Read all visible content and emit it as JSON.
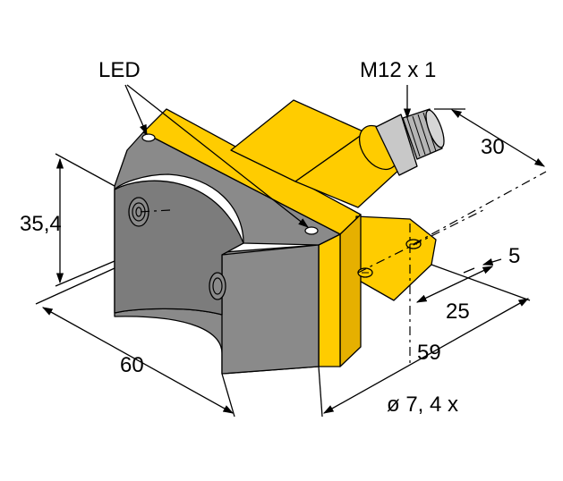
{
  "labels": {
    "led": "LED",
    "thread": "M12 x 1",
    "connector_length": "30",
    "height": "35,4",
    "slot_offset": "5",
    "hole_spacing": "25",
    "depth": "59",
    "width": "60",
    "hole_spec": "ø 7,  4 x"
  },
  "colors": {
    "housing": "#ffcc00",
    "housing_shade": "#e6b000",
    "sensor_face": "#8a8a8a",
    "sensor_face_dark": "#6e6e6e",
    "connector": "#c8c8c8",
    "line": "#000000"
  }
}
